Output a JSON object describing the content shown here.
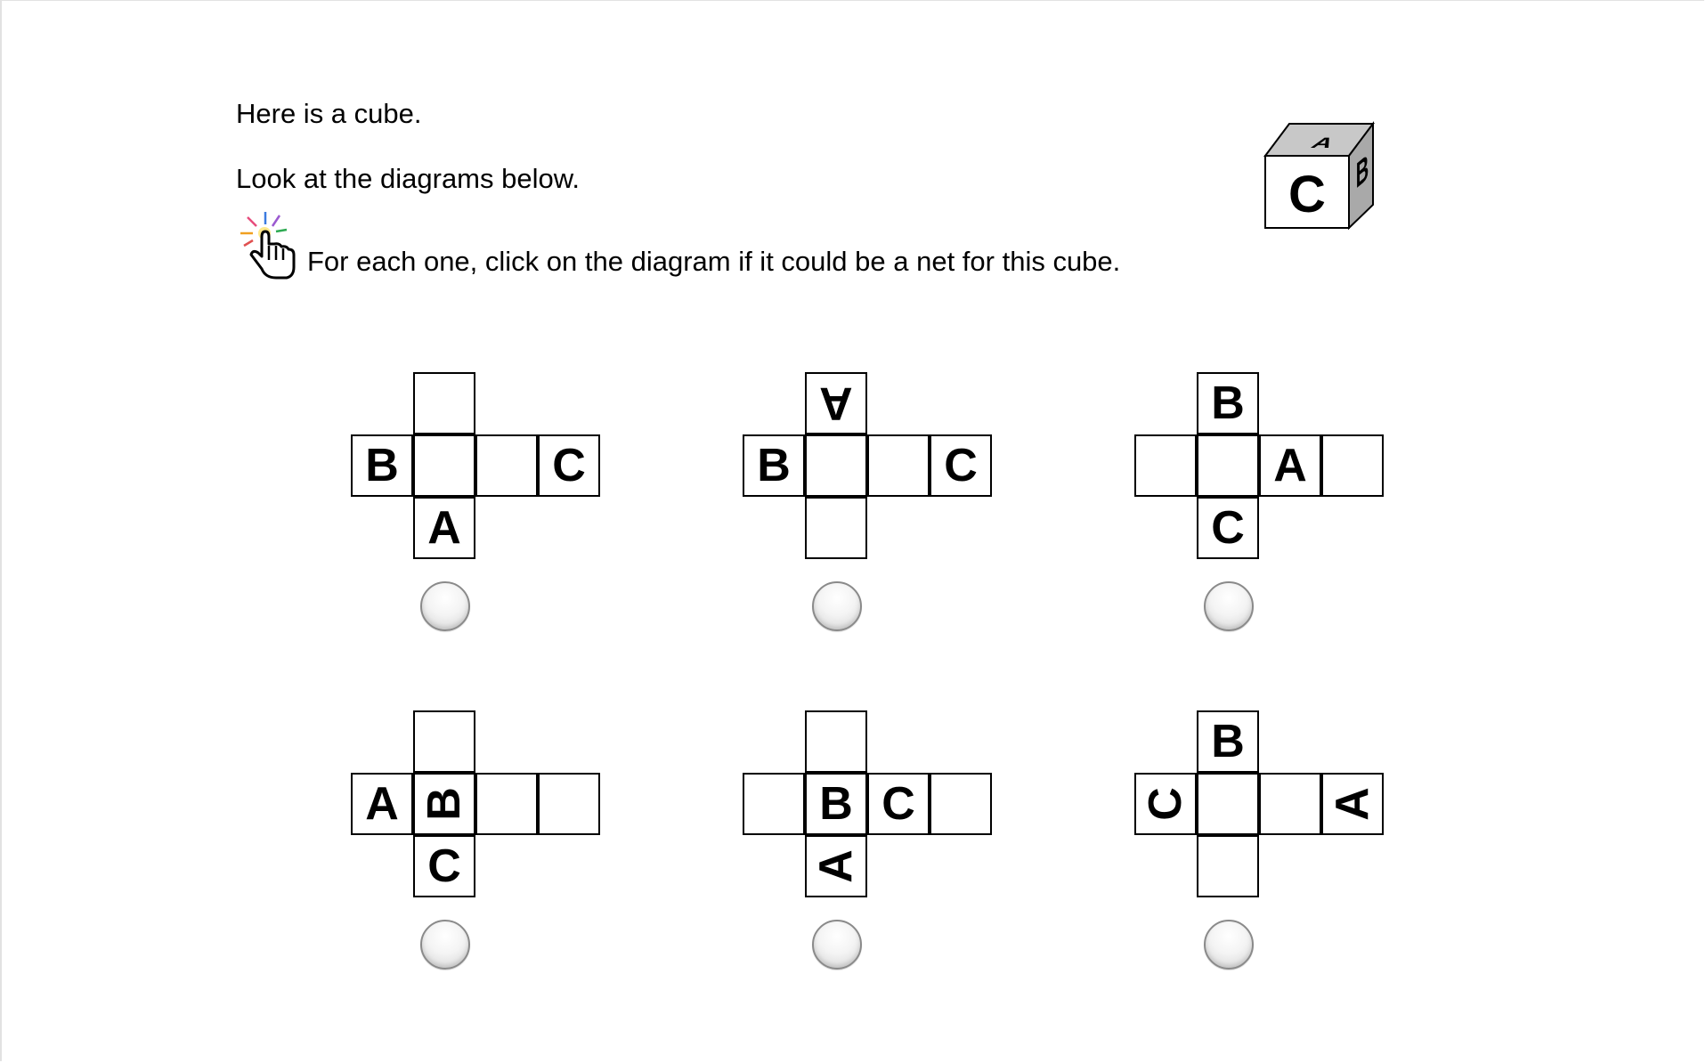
{
  "question": {
    "line1": "Here is a cube.",
    "line2": "Look at the diagrams below.",
    "instruction": "For each one, click on the diagram if it could be a net for this cube.",
    "instruction_icon": "pointing-hand-icon"
  },
  "cube": {
    "front": "C",
    "top": "A",
    "right": "B"
  },
  "nets": [
    {
      "id": "net-1",
      "cells": [
        {
          "label": ""
        },
        {
          "label": "B"
        },
        {
          "label": ""
        },
        {
          "label": ""
        },
        {
          "label": "C"
        },
        {
          "label": "A"
        }
      ],
      "selected": false
    },
    {
      "id": "net-2",
      "cells": [
        {
          "label": "A",
          "rotation": 180
        },
        {
          "label": "B"
        },
        {
          "label": ""
        },
        {
          "label": ""
        },
        {
          "label": "C"
        },
        {
          "label": ""
        }
      ],
      "selected": false
    },
    {
      "id": "net-3",
      "cells": [
        {
          "label": "B"
        },
        {
          "label": ""
        },
        {
          "label": ""
        },
        {
          "label": "A"
        },
        {
          "label": ""
        },
        {
          "label": "C"
        }
      ],
      "selected": false
    },
    {
      "id": "net-4",
      "cells": [
        {
          "label": ""
        },
        {
          "label": "A"
        },
        {
          "label": "B",
          "rotation": 270
        },
        {
          "label": ""
        },
        {
          "label": ""
        },
        {
          "label": "C"
        }
      ],
      "selected": false
    },
    {
      "id": "net-5",
      "cells": [
        {
          "label": ""
        },
        {
          "label": ""
        },
        {
          "label": "B"
        },
        {
          "label": "C"
        },
        {
          "label": ""
        },
        {
          "label": "A",
          "rotation": 270
        }
      ],
      "selected": false
    },
    {
      "id": "net-6",
      "cells": [
        {
          "label": "B"
        },
        {
          "label": "C",
          "rotation": 270
        },
        {
          "label": ""
        },
        {
          "label": ""
        },
        {
          "label": "A",
          "rotation": 270
        },
        {
          "label": ""
        }
      ],
      "selected": false
    }
  ]
}
